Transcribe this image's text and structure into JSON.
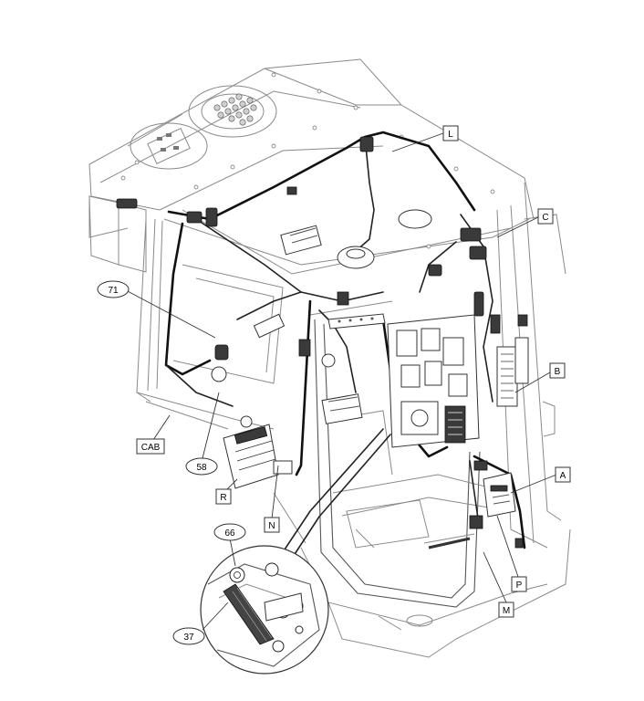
{
  "callouts": {
    "L": "L",
    "C": "C",
    "n71": "71",
    "B": "B",
    "CAB": "CAB",
    "n58": "58",
    "A": "A",
    "R": "R",
    "N": "N",
    "n66": "66",
    "P": "P",
    "M": "M",
    "n37": "37"
  }
}
